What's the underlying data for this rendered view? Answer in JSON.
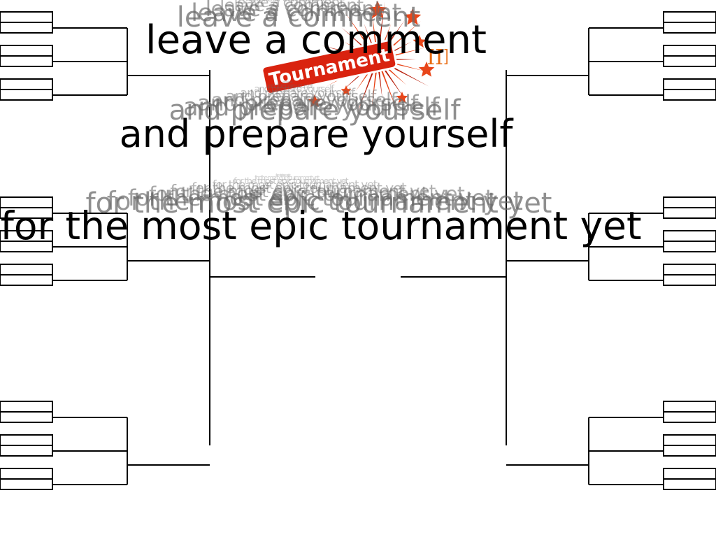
{
  "caption": {
    "line1": "leave a comment",
    "line2": "and prepare yourself",
    "line3": "for the most epic tournament yet"
  },
  "logo": {
    "word": "Tournament",
    "mark": "III",
    "colors": {
      "burst": "#e8461a",
      "burst_dark": "#b81e0a",
      "ribbon": "#d9230f",
      "ribbon_text": "#ffffff"
    }
  }
}
